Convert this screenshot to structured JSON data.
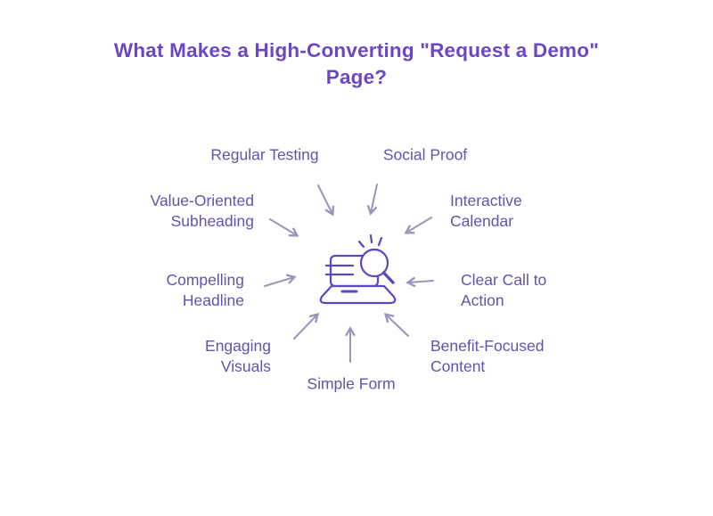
{
  "title": {
    "lines": [
      "What Makes a High-Converting \"Request a Demo\"",
      "Page?"
    ]
  },
  "center_icon": "laptop-search-icon",
  "colors": {
    "title": "#6B46C7",
    "label": "#6153AF",
    "arrow": "#9996BC",
    "icon": "#5A48BE",
    "background": "#FFFFFF"
  },
  "factors": [
    {
      "id": "regular-testing",
      "lines": [
        "Regular Testing"
      ]
    },
    {
      "id": "social-proof",
      "lines": [
        "Social Proof"
      ]
    },
    {
      "id": "value-oriented-subheading",
      "lines": [
        "Value-Oriented",
        "Subheading"
      ]
    },
    {
      "id": "interactive-calendar",
      "lines": [
        "Interactive",
        "Calendar"
      ]
    },
    {
      "id": "compelling-headline",
      "lines": [
        "Compelling",
        "Headline"
      ]
    },
    {
      "id": "clear-call-to-action",
      "lines": [
        "Clear Call to",
        "Action"
      ]
    },
    {
      "id": "engaging-visuals",
      "lines": [
        "Engaging",
        "Visuals"
      ]
    },
    {
      "id": "benefit-focused-content",
      "lines": [
        "Benefit-Focused",
        "Content"
      ]
    },
    {
      "id": "simple-form",
      "lines": [
        "Simple Form"
      ]
    }
  ]
}
